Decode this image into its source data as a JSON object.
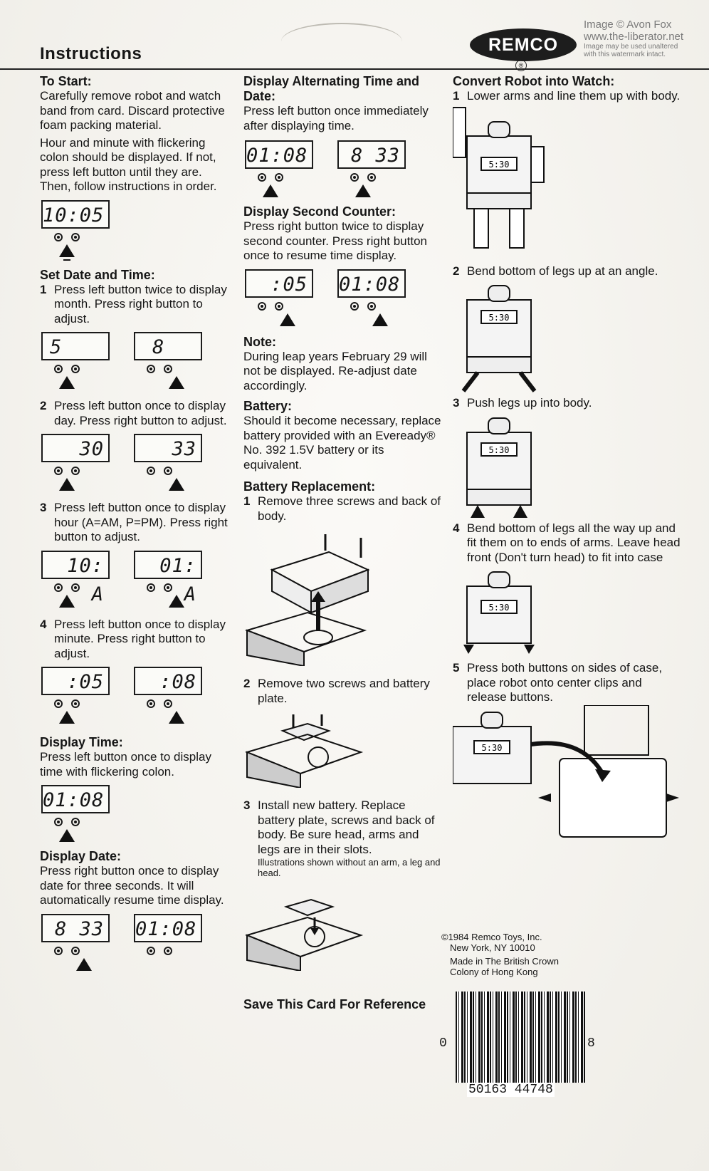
{
  "header": {
    "title": "Instructions",
    "brand": "REMCO",
    "reg_mark": "®"
  },
  "watermark": {
    "line1": "Image © Avon Fox",
    "line2": "www.the-liberator.net",
    "line3": "Image may be used unaltered",
    "line4": "with this watermark intact."
  },
  "col1": {
    "to_start": {
      "heading": "To Start:",
      "text1": "Carefully remove robot and watch band from card. Discard protective foam packing material.",
      "text2": "Hour and minute with flickering colon should be displayed. If not, press left button until they are. Then, follow instructions in order.",
      "lcd": "10:05"
    },
    "set": {
      "heading": "Set Date and Time:",
      "s1": {
        "n": "1",
        "text": "Press left button twice to display month. Press right button to adjust.",
        "lcd1": "5",
        "lcd2": "8"
      },
      "s2": {
        "n": "2",
        "text": "Press left button once to display day. Press right button to adjust.",
        "lcd1": "30",
        "lcd2": "33"
      },
      "s3": {
        "n": "3",
        "text": "Press left button once to display hour (A=AM, P=PM). Press right button to adjust.",
        "lcd1": "10: A",
        "lcd2": "01: A"
      },
      "s4": {
        "n": "4",
        "text": "Press left button once to display minute. Press right button to adjust.",
        "lcd1": ":05",
        "lcd2": ":08"
      }
    },
    "display_time": {
      "heading": "Display Time:",
      "text": "Press left button once to display time with flickering colon.",
      "lcd": "01:08"
    },
    "display_date": {
      "heading": "Display Date:",
      "text": "Press right button once to display date for three seconds. It will automatically resume time display.",
      "lcd1": "8 33",
      "lcd2": "01:08"
    }
  },
  "col2": {
    "alt": {
      "heading": "Display Alternating Time and Date:",
      "text": "Press left button once immediately after displaying time.",
      "lcd1": "01:08",
      "lcd2": "8 33"
    },
    "sec": {
      "heading": "Display Second Counter:",
      "text": "Press right button twice to display second counter. Press right button once to resume time display.",
      "lcd1": ":05",
      "lcd2": "01:08"
    },
    "note": {
      "heading": "Note:",
      "text": "During leap years February 29 will not be displayed. Re-adjust date accordingly."
    },
    "battery": {
      "heading": "Battery:",
      "text": "Should it become necessary, replace battery provided with an Eveready® No. 392 1.5V battery or its equivalent."
    },
    "repl": {
      "heading": "Battery Replacement:",
      "s1": {
        "n": "1",
        "text": "Remove three screws and back of body."
      },
      "s2": {
        "n": "2",
        "text": "Remove two screws and battery plate."
      },
      "s3": {
        "n": "3",
        "text": "Install new battery. Replace battery plate, screws and back of body. Be sure head, arms and legs are in their slots.",
        "note": "Illustrations shown without an arm, a leg and head."
      }
    },
    "footer": "Save This Card For Reference"
  },
  "col3": {
    "heading": "Convert Robot into Watch:",
    "robot_time": "5:30",
    "s1": {
      "n": "1",
      "text": "Lower arms and line them up with body."
    },
    "s2": {
      "n": "2",
      "text": "Bend bottom of legs up at an angle."
    },
    "s3": {
      "n": "3",
      "text": "Push legs up into body."
    },
    "s4": {
      "n": "4",
      "text": "Bend bottom of legs all the way up and fit them on to ends of arms. Leave head front (Don't turn head) to fit into case"
    },
    "s5": {
      "n": "5",
      "text": "Press both buttons on sides of case, place robot onto center clips and release buttons."
    }
  },
  "legal": {
    "line1": "©1984 Remco Toys, Inc.",
    "line2": "New York, NY 10010",
    "made_in": "Made in The British Crown Colony of Hong Kong"
  },
  "barcode": {
    "left": "0",
    "right": "8",
    "number": "50163 44748"
  }
}
